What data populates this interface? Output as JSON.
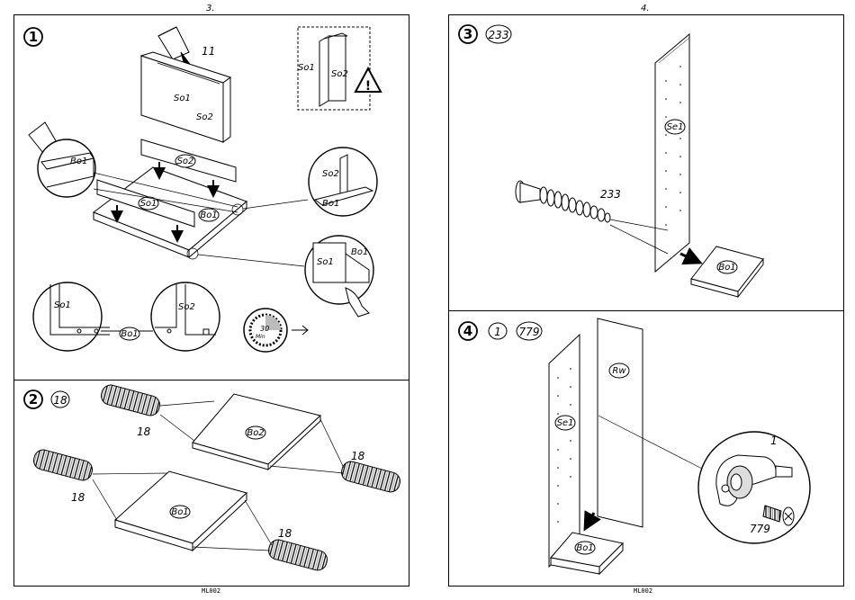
{
  "left_page": {
    "page_number": "3.",
    "footer": "ML002",
    "step1": {
      "step_number": "1",
      "glue_count": "11",
      "parts": {
        "so1": "So1",
        "so2": "So2",
        "bo1": "Bo1"
      },
      "timer_value": "30",
      "timer_unit": "Min"
    },
    "step2": {
      "step_number": "2",
      "fitting": "18",
      "parts": {
        "bo2": "Bo2",
        "bo1": "Bo1"
      }
    }
  },
  "right_page": {
    "page_number": "4.",
    "footer": "ML002",
    "step3": {
      "step_number": "3",
      "fitting": "233",
      "parts": {
        "se1": "Se1",
        "bo1": "Bo1"
      }
    },
    "step4": {
      "step_number": "4",
      "fittings": [
        "1",
        "779"
      ],
      "parts": {
        "rw": "Rw",
        "se1": "Se1",
        "bo1": "Bo1"
      }
    }
  },
  "icons": [
    "warning-icon",
    "glue-tube-icon",
    "timer-icon",
    "arrow-right-icon",
    "dowel-icon",
    "connector-bolt-icon",
    "screw-icon"
  ]
}
